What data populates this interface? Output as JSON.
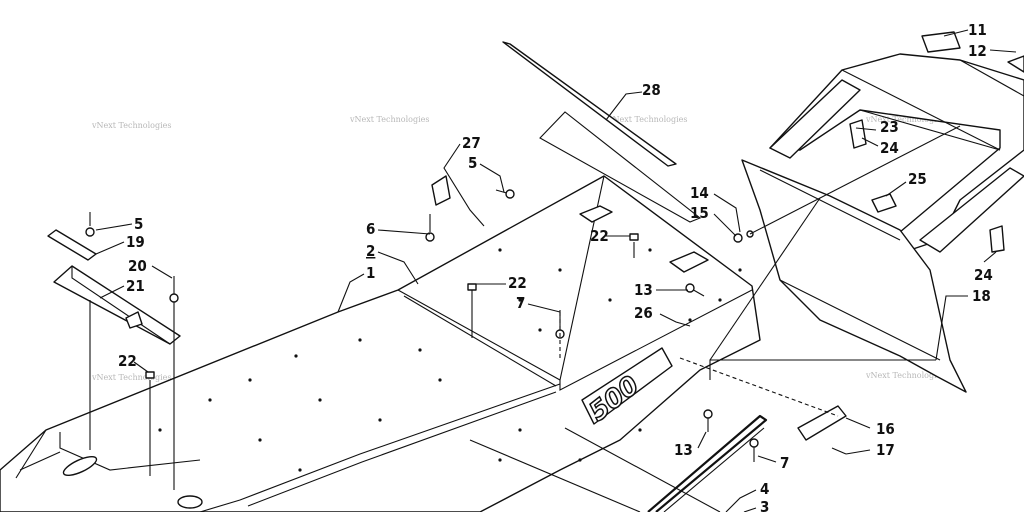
{
  "callouts": [
    {
      "id": "c1",
      "label": "1"
    },
    {
      "id": "c2",
      "label": "2"
    },
    {
      "id": "c3",
      "label": "3"
    },
    {
      "id": "c4",
      "label": "4"
    },
    {
      "id": "c5a",
      "label": "5"
    },
    {
      "id": "c5b",
      "label": "5"
    },
    {
      "id": "c6",
      "label": "6"
    },
    {
      "id": "c7a",
      "label": "7"
    },
    {
      "id": "c7b",
      "label": "7"
    },
    {
      "id": "c11",
      "label": "11"
    },
    {
      "id": "c12",
      "label": "12"
    },
    {
      "id": "c13a",
      "label": "13"
    },
    {
      "id": "c13b",
      "label": "13"
    },
    {
      "id": "c14",
      "label": "14"
    },
    {
      "id": "c15",
      "label": "15"
    },
    {
      "id": "c16",
      "label": "16"
    },
    {
      "id": "c17",
      "label": "17"
    },
    {
      "id": "c18",
      "label": "18"
    },
    {
      "id": "c19",
      "label": "19"
    },
    {
      "id": "c20",
      "label": "20"
    },
    {
      "id": "c21",
      "label": "21"
    },
    {
      "id": "c22a",
      "label": "22"
    },
    {
      "id": "c22b",
      "label": "22"
    },
    {
      "id": "c22c",
      "label": "22"
    },
    {
      "id": "c23",
      "label": "23"
    },
    {
      "id": "c24a",
      "label": "24"
    },
    {
      "id": "c24b",
      "label": "24"
    },
    {
      "id": "c25",
      "label": "25"
    },
    {
      "id": "c26",
      "label": "26"
    },
    {
      "id": "c27",
      "label": "27"
    },
    {
      "id": "c28",
      "label": "28"
    }
  ],
  "watermark": {
    "text": "vNext Technologies"
  },
  "decal": {
    "text": "500"
  }
}
